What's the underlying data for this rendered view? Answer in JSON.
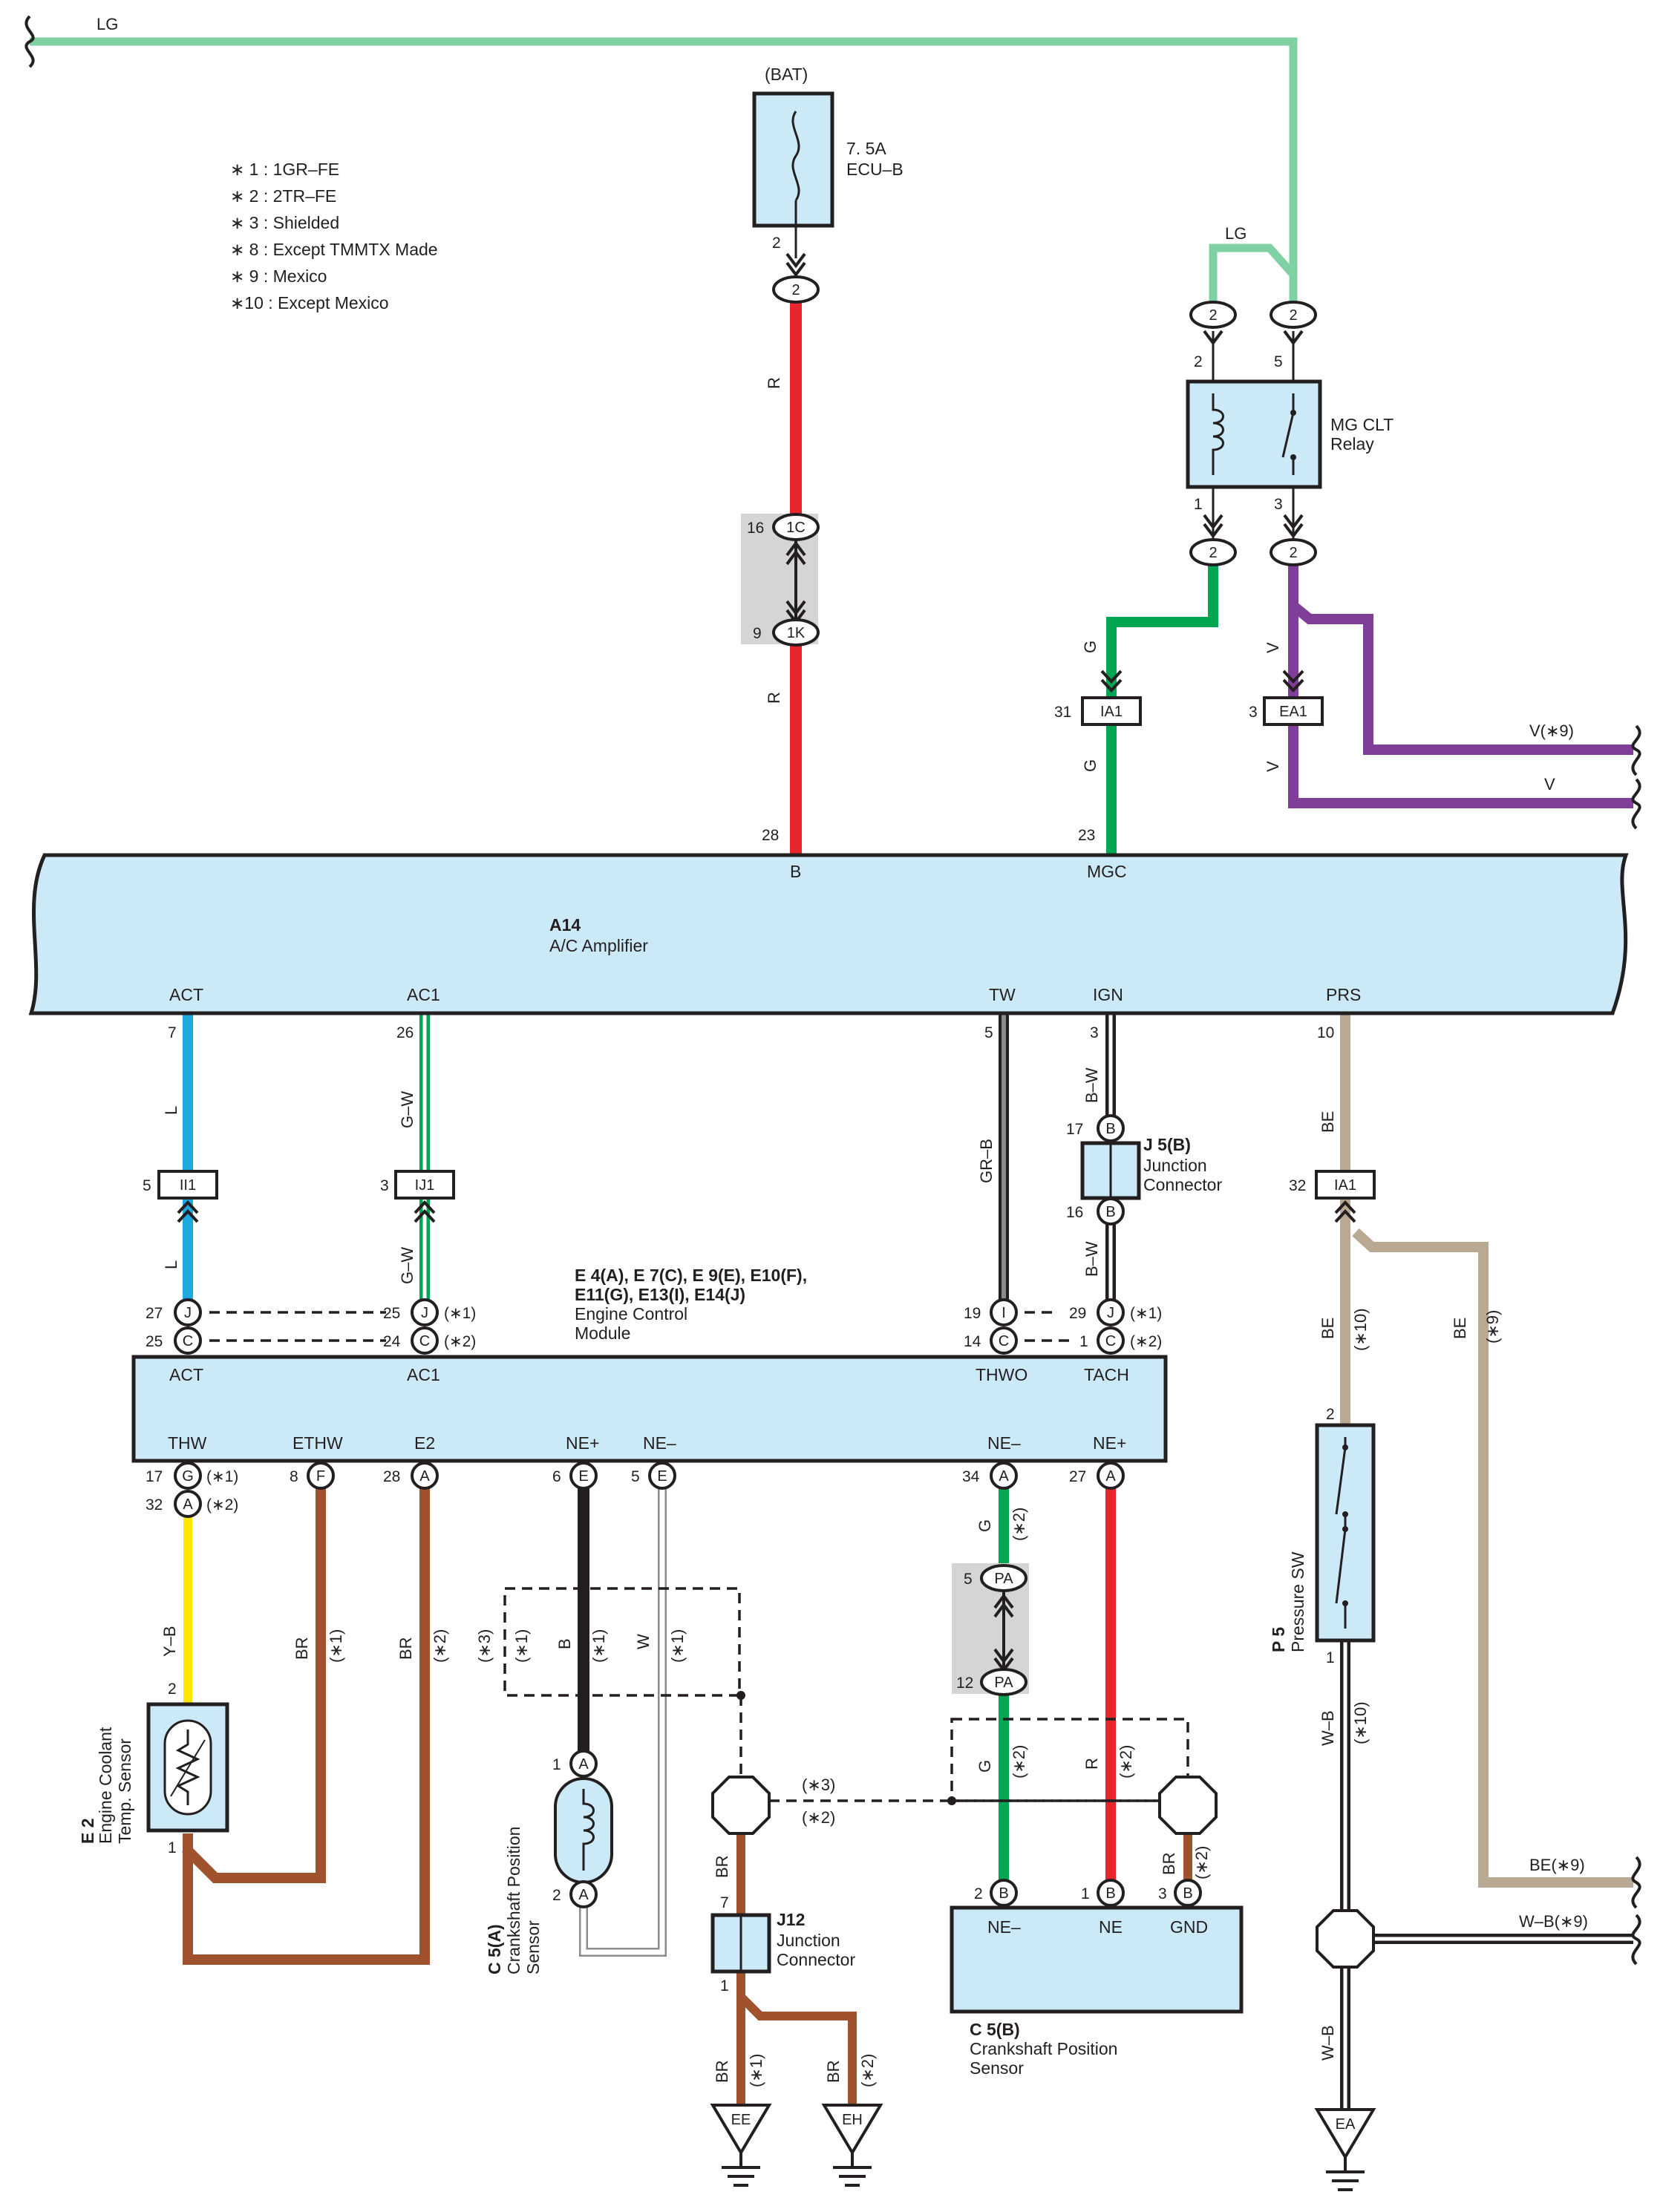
{
  "legend": [
    "∗ 1 : 1GR–FE",
    "∗ 2 : 2TR–FE",
    "∗ 3 : Shielded",
    "∗ 8 : Except TMMTX Made",
    "∗ 9 : Mexico",
    "∗10 : Except Mexico"
  ],
  "colors": {
    "LG": "#7fd0a2",
    "R": "#e8262d",
    "G": "#00a651",
    "V": "#7f3f98",
    "L": "#1fa8e0",
    "GR": "#8c8c8c",
    "BR": "#a0522d",
    "BE": "#b9a993",
    "Y": "#ffe600",
    "module_fill": "#cce9f7",
    "shield_gray": "#d5d5d5"
  },
  "components": {
    "fuse": {
      "source": "(BAT)",
      "rating": "7. 5A",
      "name": "ECU–B",
      "pin": "2"
    },
    "relay": {
      "name1": "MG CLT",
      "name2": "Relay",
      "pin_in_left": "2",
      "pin_in_right": "5",
      "pin_out_left": "1",
      "pin_out_right": "3"
    },
    "amplifier": {
      "code": "A14",
      "name": "A/C Amplifier",
      "top_pins": [
        {
          "term": "B",
          "num": "28"
        },
        {
          "term": "MGC",
          "num": "23"
        }
      ],
      "bottom_pins": [
        {
          "term": "ACT",
          "num": "7"
        },
        {
          "term": "AC1",
          "num": "26"
        },
        {
          "term": "TW",
          "num": "5"
        },
        {
          "term": "IGN",
          "num": "3"
        },
        {
          "term": "PRS",
          "num": "10"
        }
      ]
    },
    "ecm": {
      "codes1": "E 4(A), E 7(C), E 9(E), E10(F),",
      "codes2": "E11(G), E13(I), E14(J)",
      "name1": "Engine Control",
      "name2": "Module",
      "top_terms": [
        "ACT",
        "AC1",
        "THWO",
        "TACH"
      ],
      "bottom_terms": [
        "THW",
        "ETHW",
        "E2",
        "NE+",
        "NE–",
        "NE–",
        "NE+"
      ]
    },
    "j5": {
      "code": "J 5(B)",
      "name1": "Junction",
      "name2": "Connector",
      "pin_top": "17",
      "pin_bottom": "16"
    },
    "j12": {
      "code": "J12",
      "name1": "Junction",
      "name2": "Connector",
      "pin_top": "7",
      "pin_bottom": "1"
    },
    "coolant": {
      "code": "E 2",
      "name1": "Engine Coolant",
      "name2": "Temp. Sensor",
      "pin_top": "2",
      "pin_bottom": "1"
    },
    "ckp_a": {
      "code": "C 5(A)",
      "name1": "Crankshaft Position",
      "name2": "Sensor",
      "pin1": "1",
      "pin2": "2"
    },
    "ckp_b": {
      "code": "C 5(B)",
      "name1": "Crankshaft Position",
      "name2": "Sensor",
      "terms": [
        "NE–",
        "NE",
        "GND"
      ],
      "pins": [
        "2",
        "1",
        "3"
      ]
    },
    "pressure_sw": {
      "code": "P 5",
      "name": "Pressure SW",
      "pin_top": "2",
      "pin_bottom": "1"
    }
  },
  "connectors": {
    "c1C": "1C",
    "c1K": "1K",
    "pin16": "16",
    "pin9": "9",
    "IA1_top": "IA1",
    "IA1_top_pin": "31",
    "EA1": "EA1",
    "EA1_pin": "3",
    "II1": "II1",
    "II1_pin": "5",
    "IJ1": "IJ1",
    "IJ1_pin": "3",
    "IA1_mid": "IA1",
    "IA1_mid_pin": "32",
    "PA": "PA",
    "PA_pin5": "5",
    "PA_pin12": "12"
  },
  "ground_labels": [
    "EE",
    "EH",
    "EA"
  ],
  "wire_labels": {
    "LG_top": "LG",
    "LG_relay": "LG",
    "R": "R",
    "G": "G",
    "V": "V",
    "V9": "V(∗9)",
    "V_out": "V",
    "L": "L",
    "GW": "G–W",
    "GRB": "GR–B",
    "BW": "B–W",
    "BE": "BE",
    "BE9": "BE(∗9)",
    "YB": "Y–B",
    "BR": "BR",
    "B": "B",
    "W": "W",
    "WB": "W–B",
    "WB9": "W–B(∗9)"
  },
  "notes": {
    "n1": "(∗1)",
    "n2": "(∗2)",
    "n3": "(∗3)",
    "n9": "(∗9)",
    "n10": "(∗10)"
  }
}
